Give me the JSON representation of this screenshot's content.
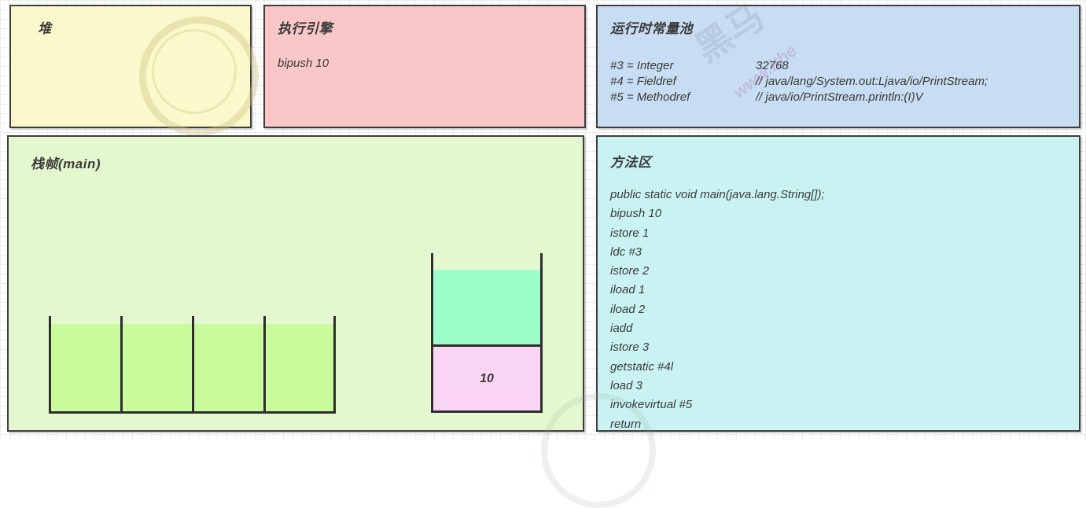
{
  "colors": {
    "page-bg": "#ffffff",
    "grid-line": "#ececec",
    "border": "#3e3e3e",
    "stroke": "#2d2d2d",
    "text": "#3a3a3a",
    "heap-fill": "#fbf9cb",
    "engine-fill": "#f9c7c8",
    "pool-fill": "#c6ddf3",
    "frame-fill": "#e4f8d0",
    "method-fill": "#c9f3f3",
    "slot-fill": "#c9fa9c",
    "stack-top-fill": "#9dfec9",
    "stack-bottom-fill": "#fad4f3"
  },
  "heap": {
    "title": "堆"
  },
  "execution_engine": {
    "title": "执行引擎",
    "current_instruction": "bipush 10"
  },
  "runtime_constant_pool": {
    "title": "运行时常量池",
    "entries": [
      {
        "key": "#3 = Integer",
        "value": "32768"
      },
      {
        "key": "#4 = Fieldref",
        "value": "// java/lang/System.out:Ljava/io/PrintStream;"
      },
      {
        "key": "#5 = Methodref",
        "value": "// java/io/PrintStream.println:(I)V"
      }
    ]
  },
  "stack_frame": {
    "title": "栈帧(main)",
    "local_variable_slots": [
      "",
      "",
      "",
      ""
    ],
    "operand_stack": {
      "top_value": "",
      "bottom_value": "10"
    }
  },
  "method_area": {
    "title": "方法区",
    "bytecode_lines": [
      "public static void main(java.lang.String[]);",
      "bipush 10",
      "istore 1",
      "ldc #3",
      "istore 2",
      "iload 1",
      "iload 2",
      "iadd",
      "istore 3",
      "getstatic #4l",
      "load 3",
      "invokevirtual #5",
      "return"
    ]
  },
  "watermark": {
    "logo_text": "黑马",
    "site_text": "www.ithe"
  }
}
